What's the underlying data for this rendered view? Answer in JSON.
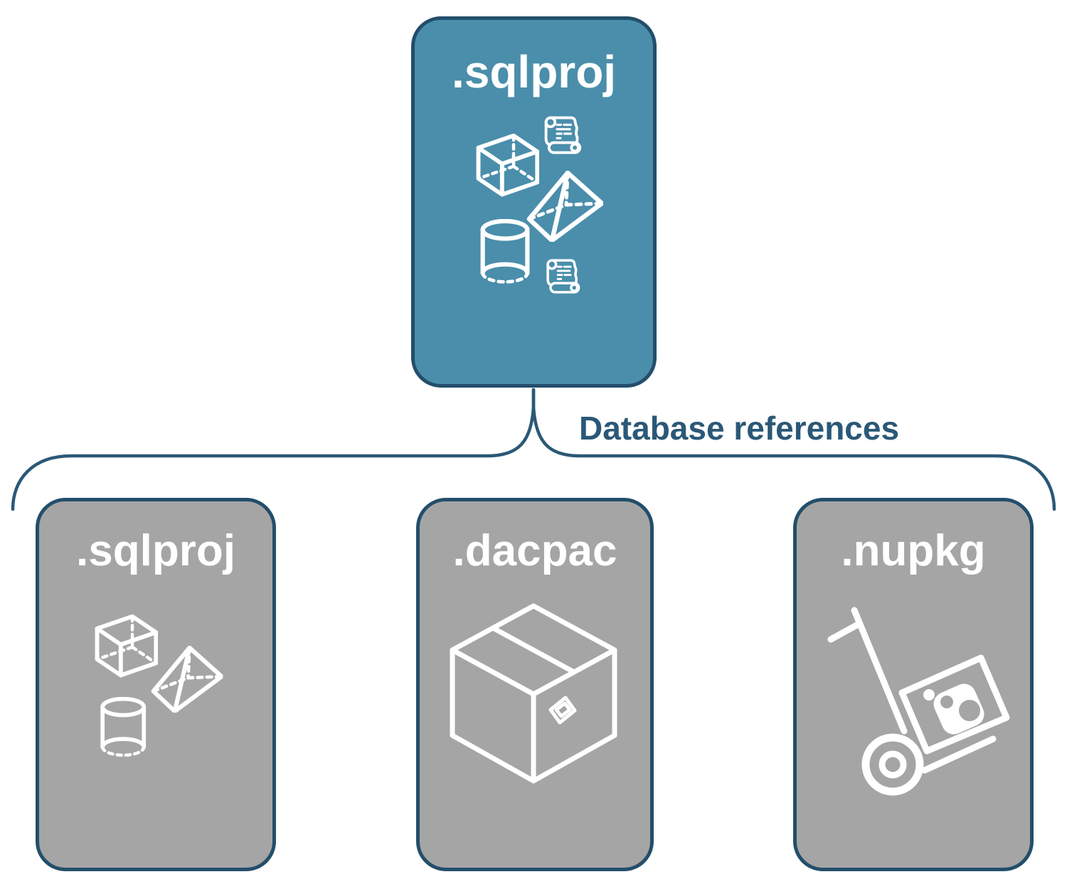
{
  "colors": {
    "teal": "#4A8EAB",
    "gray": "#A5A5A5",
    "border": "#234E6B",
    "accent_text": "#2B5877",
    "icon_stroke": "#FFFFFF",
    "background": "#FFFFFF"
  },
  "diagram": {
    "parent": {
      "label": ".sqlproj",
      "icons": [
        "cube-icon",
        "scroll-icon",
        "pyramid-icon",
        "cylinder-icon",
        "scroll-icon"
      ]
    },
    "connector_label": "Database references",
    "children": [
      {
        "label": ".sqlproj",
        "icons": [
          "cube-icon",
          "pyramid-icon",
          "cylinder-icon"
        ]
      },
      {
        "label": ".dacpac",
        "icons": [
          "package-box-icon"
        ]
      },
      {
        "label": ".nupkg",
        "icons": [
          "hand-truck-icon",
          "nuget-package-icon"
        ]
      }
    ]
  }
}
